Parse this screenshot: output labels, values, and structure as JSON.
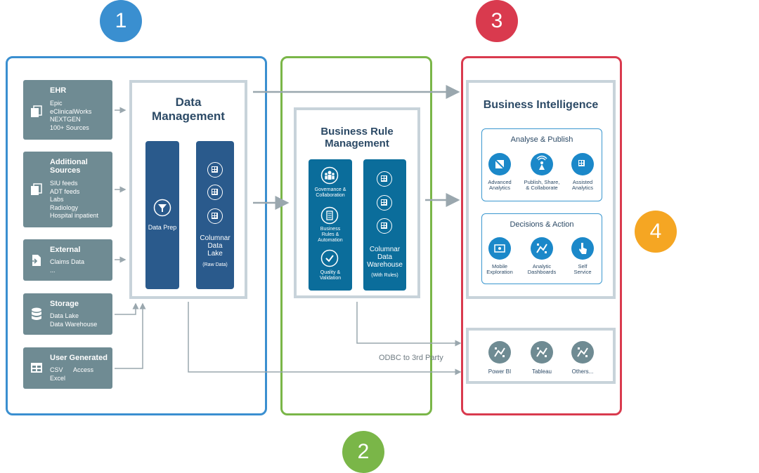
{
  "badges": [
    {
      "num": "1",
      "color": "#3a8fd0"
    },
    {
      "num": "2",
      "color": "#7ab648"
    },
    {
      "num": "3",
      "color": "#d93a4e"
    },
    {
      "num": "4",
      "color": "#f5a623"
    }
  ],
  "colors": {
    "zone1": "#3a8fd0",
    "zone2": "#7ab648",
    "zone3": "#d93a4e",
    "source_box": "#6f8b93",
    "panel_border": "#c8d3da",
    "arrow": "#9aa7ae"
  },
  "sources": [
    {
      "title": "EHR",
      "items": "Epic\neClinicalWorks\nNEXTGEN\n100+ Sources",
      "icon": "documents-icon"
    },
    {
      "title": "Additional\nSources",
      "items": "SIU feeds\nADT feeds\nLabs\nRadiology\nHospital inpatient",
      "icon": "documents-icon"
    },
    {
      "title": "External",
      "items": "Claims Data\n...",
      "icon": "file-import-icon"
    },
    {
      "title": "Storage",
      "items": "Data Lake\nData Warehouse",
      "icon": "database-icon"
    },
    {
      "title": "User Generated",
      "items_left": "CSV\nExcel",
      "items_right": "Access",
      "icon": "table-icon"
    }
  ],
  "data_management": {
    "title": "Data\nManagement",
    "data_prep": "Data Prep",
    "lake_label": "Columnar\nData\nLake",
    "lake_sub": "(Raw Data)"
  },
  "business_rule": {
    "title": "Business Rule\nManagement",
    "items": [
      "Governance &\nCollaboration",
      "Business\nRules &\nAutomation",
      "Quality &\nValidation"
    ],
    "warehouse_label": "Columnar\nData\nWarehouse",
    "warehouse_sub": "(With Rules)"
  },
  "business_intelligence": {
    "title": "Business Intelligence",
    "analyse": {
      "title": "Analyse & Publish",
      "items": [
        "Advanced\nAnalytics",
        "Publish, Share,\n& Collaborate",
        "Assisted\nAnalytics"
      ]
    },
    "decisions": {
      "title": "Decisions & Action",
      "items": [
        "Mobile\nExploration",
        "Analytic\nDashboards",
        "Self\nService"
      ]
    }
  },
  "odbc_label": "ODBC to 3rd Party",
  "third_party": [
    "Power BI",
    "Tableau",
    "Others..."
  ]
}
